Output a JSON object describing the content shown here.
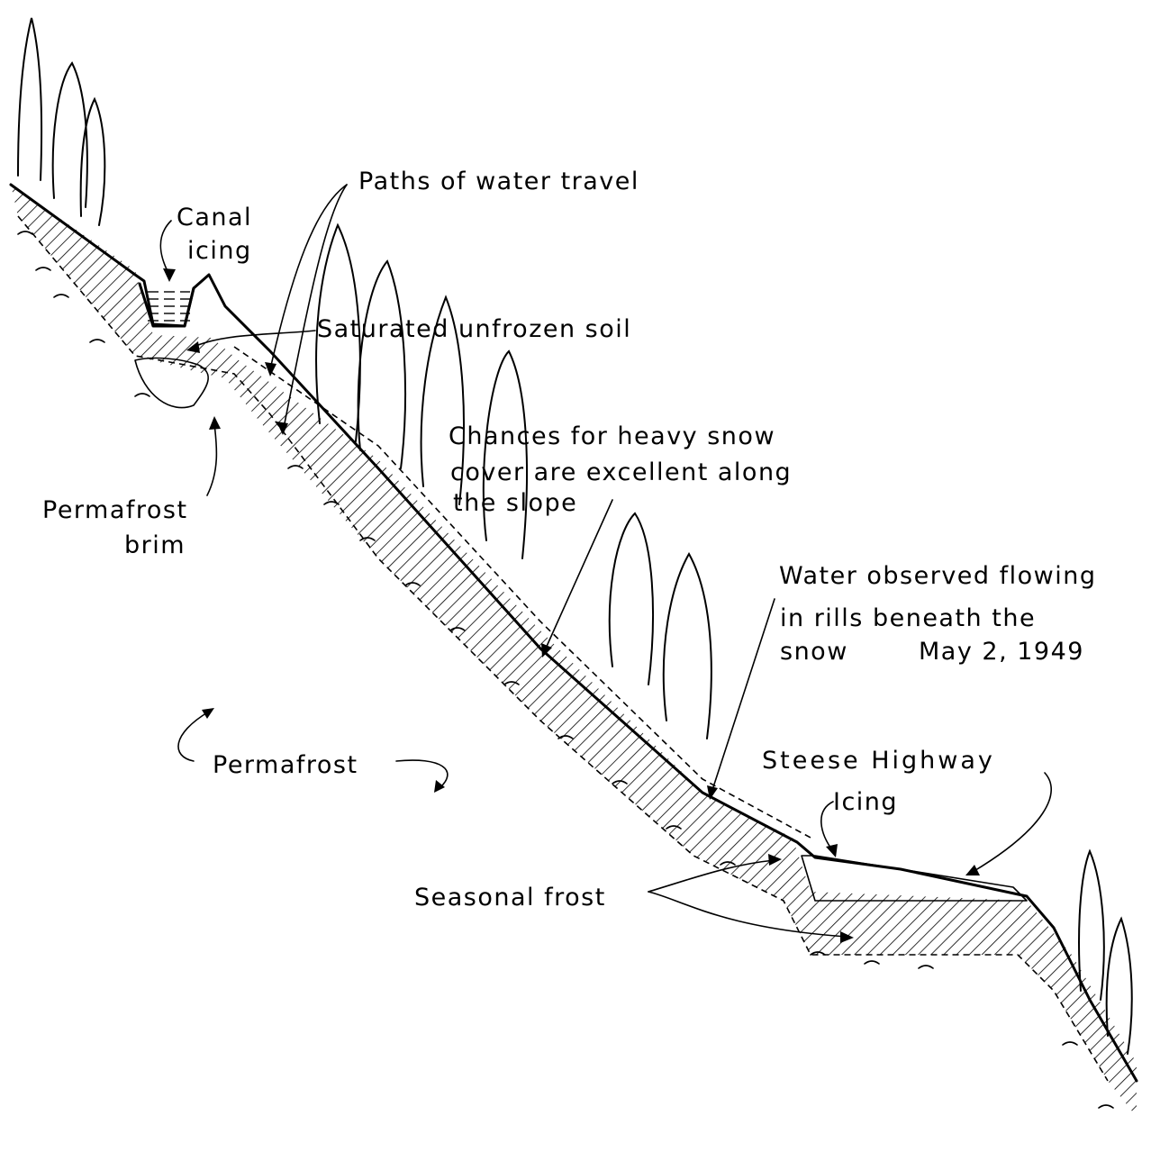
{
  "labels": {
    "paths_of_water_travel": "Paths of water travel",
    "canal_icing_line1": "Canal",
    "canal_icing_line2": "icing",
    "saturated_unfrozen_soil": "Saturated unfrozen soil",
    "chances_line1": "Chances for heavy snow",
    "chances_line2": "cover are excellent along",
    "chances_line3": "the slope",
    "permafrost_brim_line1": "Permafrost",
    "permafrost_brim_line2": "brim",
    "water_observed_line1": "Water observed flowing",
    "water_observed_line2": "in rills beneath the",
    "water_observed_line3": "snow",
    "water_observed_date": "May 2, 1949",
    "permafrost": "Permafrost",
    "steese_highway": "Steese Highway",
    "icing": "Icing",
    "seasonal_frost": "Seasonal frost"
  }
}
